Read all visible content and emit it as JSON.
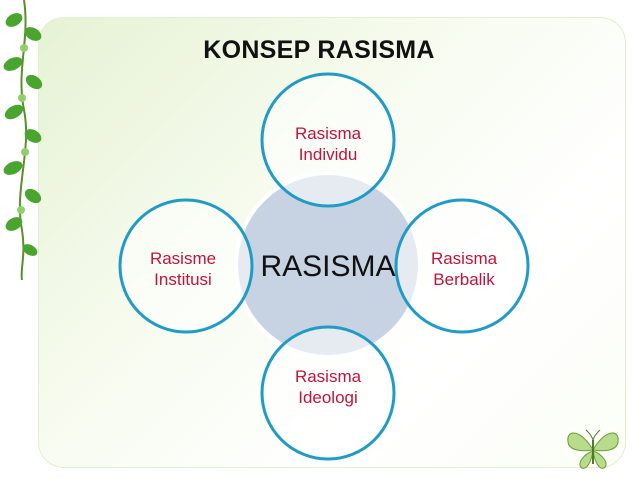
{
  "title": "KONSEP RASISMA",
  "center": {
    "label": "RASISMA"
  },
  "nodes": [
    {
      "line1": "Rasisma",
      "line2": "Individu"
    },
    {
      "line1": "Rasisma",
      "line2": "Berbalik"
    },
    {
      "line1": "Rasisma",
      "line2": "Ideologi"
    },
    {
      "line1": "Rasisme",
      "line2": "Institusi"
    }
  ],
  "colors": {
    "node_text": "#c0143c",
    "center_text": "#111111",
    "circle_stroke": "#1f9bc6",
    "center_fill": "#c7d3e3",
    "node_fill": "#ffffff",
    "panel": "#eaf4da",
    "vine_leaf": "#3f9b2a"
  },
  "icons": [
    "green-vine-decoration",
    "butterfly-icon"
  ]
}
